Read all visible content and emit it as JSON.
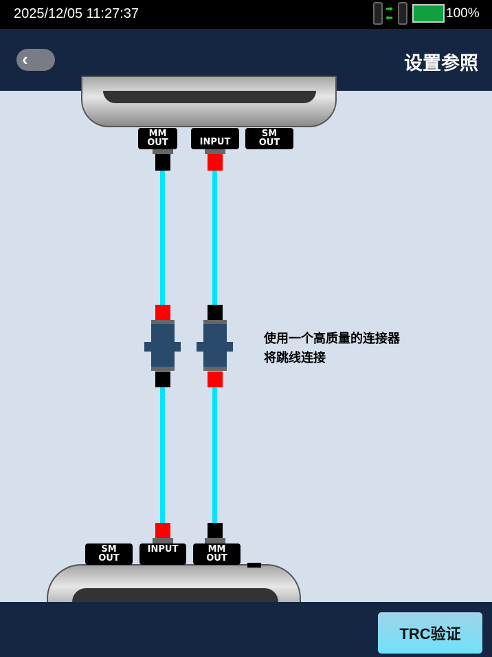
{
  "status_bar": {
    "datetime": "2025/12/05 11:27:37",
    "battery": "100%",
    "battery_level": 100,
    "battery_color": "#10a040"
  },
  "header": {
    "back_icon": "‹",
    "title": "设置参照"
  },
  "diagram": {
    "top_ports": [
      {
        "line1": "MM",
        "line2": "OUT"
      },
      {
        "line1": "INPUT",
        "line2": ""
      },
      {
        "line1": "SM",
        "line2": "OUT"
      }
    ],
    "bottom_ports": [
      {
        "line1": "SM",
        "line2": "OUT"
      },
      {
        "line1": "INPUT",
        "line2": ""
      },
      {
        "line1": "MM",
        "line2": "OUT"
      }
    ],
    "instruction": [
      "使用一个高质量的连接器",
      "将跳线连接"
    ]
  },
  "footer": {
    "trc_button": "TRC验证"
  }
}
